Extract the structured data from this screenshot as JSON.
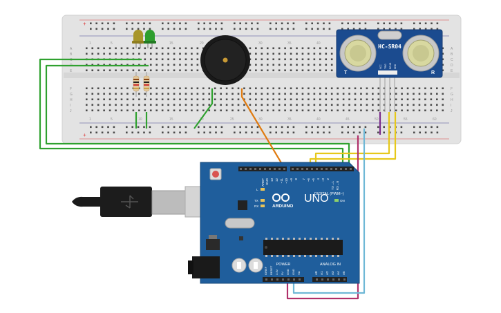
{
  "breadboard": {
    "column_numbers": [
      "1",
      "5",
      "10",
      "15",
      "20",
      "25",
      "30",
      "35",
      "40",
      "45",
      "50",
      "55",
      "60"
    ],
    "row_letters_top": [
      "A",
      "B",
      "C",
      "D",
      "E"
    ],
    "row_letters_bottom": [
      "F",
      "G",
      "H",
      "I",
      "J"
    ]
  },
  "sensor": {
    "model": "HC-SR04",
    "left_label": "T",
    "right_label": "R",
    "pins": [
      "VCC",
      "TRIG",
      "ECHO",
      "GND"
    ]
  },
  "arduino": {
    "brand": "ARDUINO",
    "model": "UNO",
    "on_label": "ON",
    "l_label": "L",
    "tx_label": "TX",
    "rx_label": "RX",
    "aref_label": "AREF",
    "gnd_label": "GND",
    "digital_header": "DIGITAL (PWM~)",
    "digital_pins": [
      "13",
      "12",
      "~11",
      "~10",
      "~9",
      "8",
      "7",
      "~6",
      "~5",
      "4",
      "~3",
      "2",
      "TX→1",
      "RX←0"
    ],
    "power_header": "POWER",
    "power_pins": [
      "IOREF",
      "RESET",
      "3.3V",
      "5V",
      "GND",
      "GND",
      "Vin"
    ],
    "analog_header": "ANALOG IN",
    "analog_pins": [
      "A0",
      "A1",
      "A2",
      "A3",
      "A4",
      "A5"
    ]
  },
  "colors": {
    "wire_green": "#2fa12f",
    "wire_orange": "#e07b10",
    "wire_yellow": "#e6c81a",
    "wire_purple": "#7a2a8a",
    "wire_magenta": "#b0306a",
    "wire_cyan": "#6fb8d6",
    "board_blue": "#1f5e9c",
    "sensor_blue": "#1b4b8f",
    "led_yellow": "#a8962a",
    "led_green": "#2e9e2e"
  }
}
